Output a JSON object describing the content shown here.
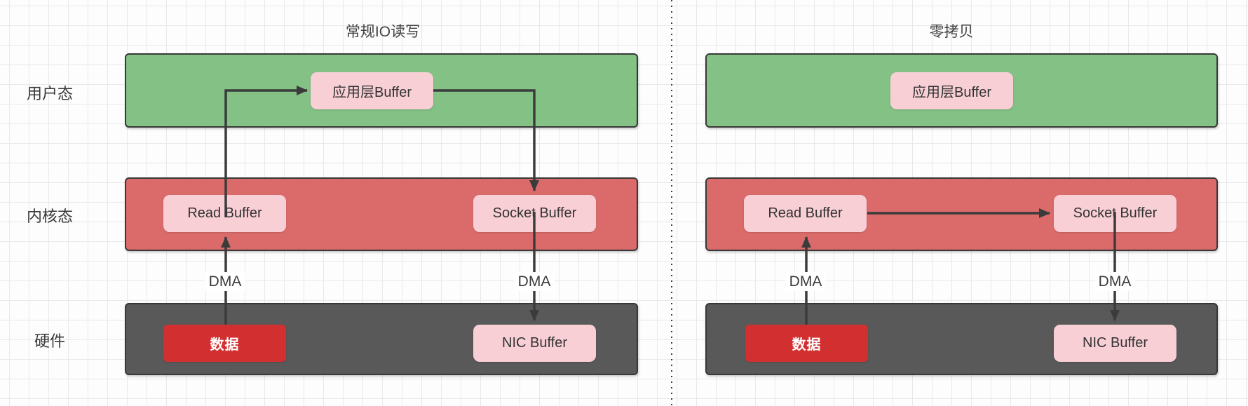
{
  "rows": {
    "user": "用户态",
    "kernel": "内核态",
    "hardware": "硬件"
  },
  "panels": {
    "left": {
      "title": "常规IO读写",
      "app_buffer": "应用层Buffer",
      "read_buffer": "Read Buffer",
      "socket_buffer": "Socket Buffer",
      "data": "数据",
      "nic_buffer": "NIC Buffer",
      "dma_in": "DMA",
      "dma_out": "DMA"
    },
    "right": {
      "title": "零拷贝",
      "app_buffer": "应用层Buffer",
      "read_buffer": "Read Buffer",
      "socket_buffer": "Socket Buffer",
      "data": "数据",
      "nic_buffer": "NIC Buffer",
      "dma_in": "DMA",
      "dma_out": "DMA"
    }
  },
  "colors": {
    "user_layer": "#83C184",
    "kernel_layer": "#DB6B6B",
    "hardware_layer": "#595959",
    "buffer_box": "#F9CFD6",
    "data_box": "#D23030",
    "arrow": "#3B3B3B",
    "shape_border": "#383838",
    "grid_line": "#E9E9E9"
  }
}
